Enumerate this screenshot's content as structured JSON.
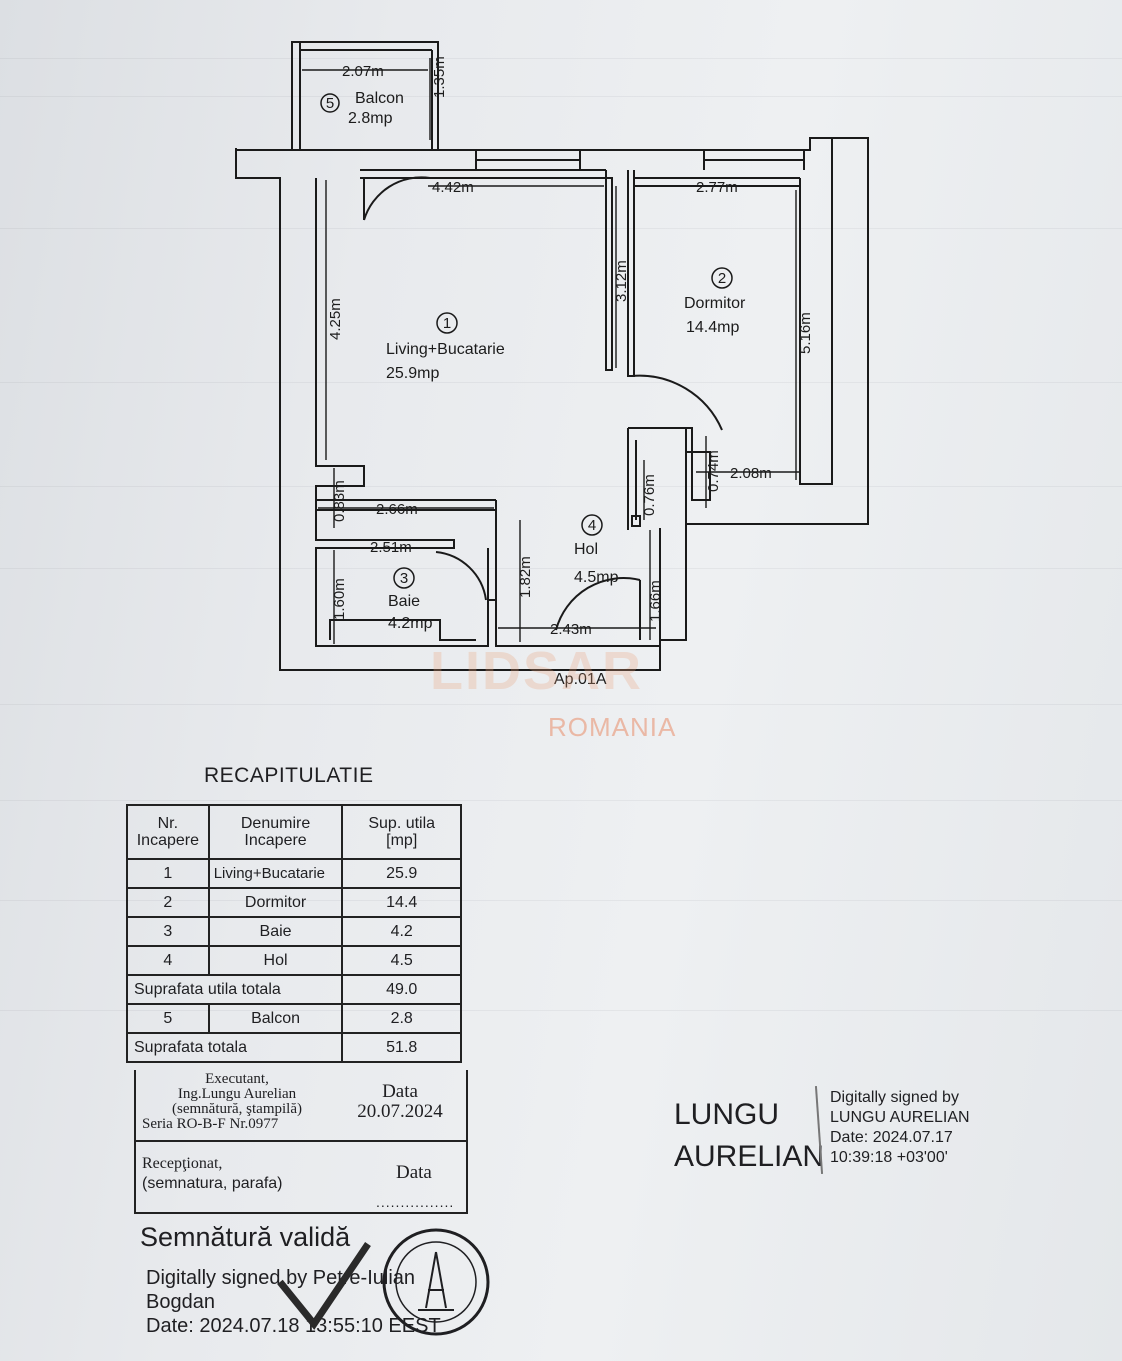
{
  "floor_plan": {
    "rooms": [
      {
        "number": "1",
        "name": "Living+Bucatarie",
        "area": "25.9mp"
      },
      {
        "number": "2",
        "name": "Dormitor",
        "area": "14.4mp"
      },
      {
        "number": "3",
        "name": "Baie",
        "area": "4.2mp"
      },
      {
        "number": "4",
        "name": "Hol",
        "area": "4.5mp"
      },
      {
        "number": "5",
        "name": "Balcon",
        "area": "2.8mp"
      }
    ],
    "dimensions": {
      "balcony_width": "2.07m",
      "balcony_depth": "1.35m",
      "living_width": "4.42m",
      "living_depth": "4.25m",
      "bedroom_width": "2.77m",
      "bedroom_depth": "5.16m",
      "hall_wall": "3.12m",
      "bedroom_recess_depth": "0.74m",
      "bedroom_recess_width": "2.08m",
      "hall_small": "0.76m",
      "wall_segment": "0.83m",
      "kitchen_run": "2.66m",
      "bath_width": "2.51m",
      "bath_depth": "1.60m",
      "bath_door_side": "1.82m",
      "hall_width": "2.43m",
      "hall_depth": "1.66m"
    },
    "apartment_label": "Ap.01A"
  },
  "watermark": {
    "brand_top": "LIDSAR",
    "brand_bottom": "ROMANIA"
  },
  "recap": {
    "title": "RECAPITULATIE",
    "headers": {
      "nr": [
        "Nr.",
        "Incapere"
      ],
      "name": [
        "Denumire",
        "Incapere"
      ],
      "area": [
        "Sup. utila",
        "[mp]"
      ]
    },
    "rows": [
      {
        "nr": "1",
        "name": "Living+Bucatarie",
        "area": "25.9"
      },
      {
        "nr": "2",
        "name": "Dormitor",
        "area": "14.4"
      },
      {
        "nr": "3",
        "name": "Baie",
        "area": "4.2"
      },
      {
        "nr": "4",
        "name": "Hol",
        "area": "4.5"
      }
    ],
    "useful_total_label": "Suprafata utila totala",
    "useful_total": "49.0",
    "balcony_row": {
      "nr": "5",
      "name": "Balcon",
      "area": "2.8"
    },
    "total_label": "Suprafata totala",
    "total": "51.8"
  },
  "executant": {
    "lines": [
      "Executant,",
      "Ing.Lungu Aurelian",
      "(semnătură, ştampilă)",
      "Seria RO-B-F Nr.0977"
    ],
    "data_label": "Data",
    "data_value": "20.07.2024",
    "receptionat_lines": [
      "Recepţionat,",
      "(semnatura, parafa)"
    ],
    "receptionat_data": "Data",
    "dots": "................"
  },
  "signature_left": {
    "valid": "Semnătură validă",
    "lines": [
      "Digitally signed by Petre-Iulian",
      "Bogdan",
      "Date: 2024.07.18 13:55:10 EEST"
    ]
  },
  "signature_right": {
    "name_lines": [
      "LUNGU",
      "AURELIAN"
    ],
    "lines": [
      "Digitally signed by",
      "LUNGU AURELIAN",
      "Date: 2024.07.17",
      "10:39:18 +03'00'"
    ]
  },
  "colors": {
    "ink": "#1f1f22",
    "paper": "#e8eaed",
    "watermark": "#e8a27a"
  }
}
